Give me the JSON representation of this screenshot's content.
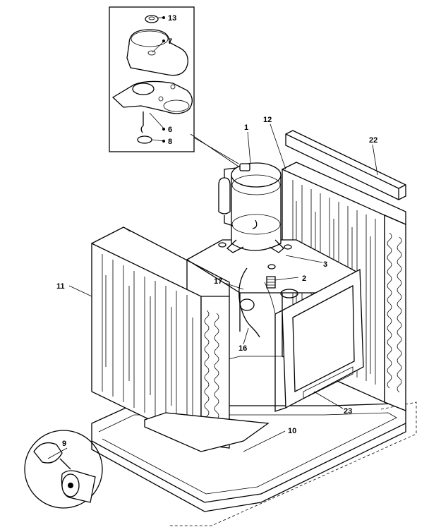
{
  "parts": [
    {
      "id": "p1",
      "label": "1"
    },
    {
      "id": "p2",
      "label": "2"
    },
    {
      "id": "p3",
      "label": "3"
    },
    {
      "id": "p6",
      "label": "6"
    },
    {
      "id": "p7",
      "label": "7"
    },
    {
      "id": "p8",
      "label": "8"
    },
    {
      "id": "p9",
      "label": "9"
    },
    {
      "id": "p10",
      "label": "10"
    },
    {
      "id": "p11",
      "label": "11"
    },
    {
      "id": "p12",
      "label": "12"
    },
    {
      "id": "p13",
      "label": "13"
    },
    {
      "id": "p16",
      "label": "16"
    },
    {
      "id": "p17",
      "label": "17"
    },
    {
      "id": "p22",
      "label": "22"
    },
    {
      "id": "p23",
      "label": "23"
    }
  ]
}
